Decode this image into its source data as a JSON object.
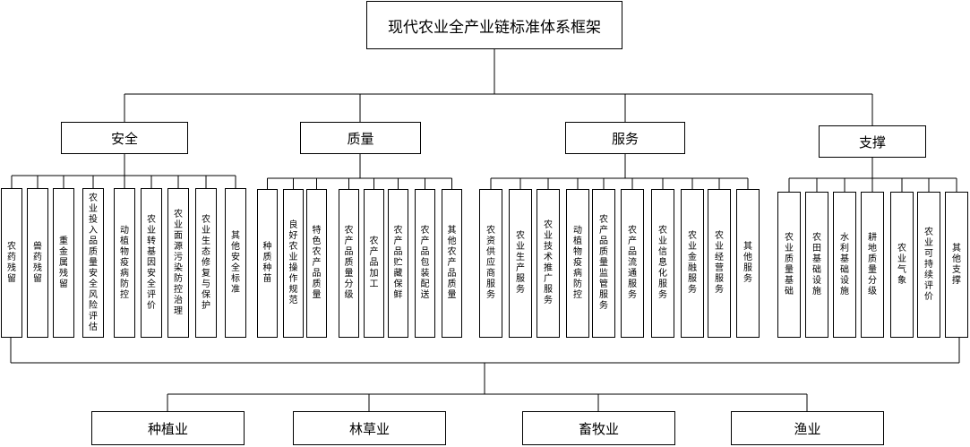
{
  "title": "现代农业全产业链标准体系框架",
  "categories": [
    {
      "label": "安全",
      "items": [
        "农药残留",
        "兽药残留",
        "重金属残留",
        "农业投入品质量安全风险评估",
        "动植物疫病防控",
        "农业转基因安全评价",
        "农业面源污染防控治理",
        "农业生态修复与保护",
        "其他安全标准"
      ]
    },
    {
      "label": "质量",
      "items": [
        "种质种苗",
        "良好农业操作规范",
        "特色农产品质量",
        "农产品质量分级",
        "农产品加工",
        "农产品贮藏保鲜",
        "农产品包装配送",
        "其他农产品质量"
      ]
    },
    {
      "label": "服务",
      "items": [
        "农资供应商服务",
        "农业生产服务",
        "农业技术推广服务",
        "动植物疫病防控",
        "农产品质量监管服务",
        "农产品流通服务",
        "农业信息化服务",
        "农业金融服务",
        "农业经营服务",
        "其他服务"
      ]
    },
    {
      "label": "支撑",
      "items": [
        "农业质量基础",
        "农田基础设施",
        "水利基础设施",
        "耕地质量分级",
        "农业气象",
        "农业可持续评价",
        "其他支撑"
      ]
    }
  ],
  "industries": [
    "种植业",
    "林草业",
    "畜牧业",
    "渔业"
  ]
}
